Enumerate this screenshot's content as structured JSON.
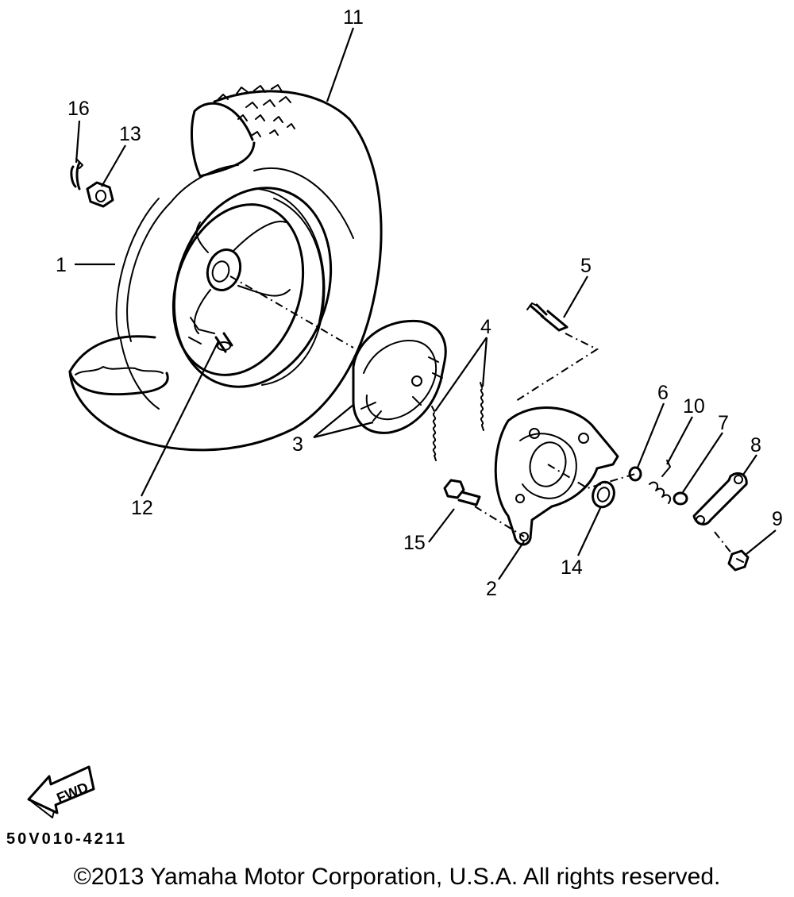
{
  "diagram": {
    "callouts": [
      "1",
      "2",
      "3",
      "4",
      "5",
      "6",
      "7",
      "8",
      "9",
      "10",
      "11",
      "12",
      "13",
      "14",
      "15",
      "16"
    ],
    "fwd_label": "FWD"
  },
  "footer": {
    "catalog_code": "50V010-4211",
    "copyright": "©2013 Yamaha Motor Corporation, U.S.A. All rights reserved."
  }
}
